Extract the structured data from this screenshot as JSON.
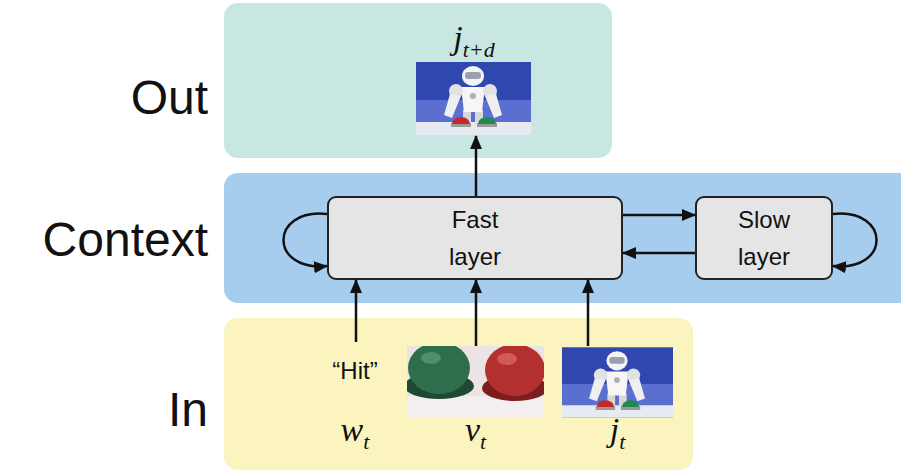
{
  "diagram": {
    "nodes": [
      {
        "text": [
          "Out"
        ]
      },
      {
        "text": [
          "Context"
        ]
      },
      {
        "text": [
          "In"
        ]
      },
      {
        "text": [
          "j",
          "t+d"
        ],
        "in": 0
      },
      {
        "text": [
          "Fast layer"
        ],
        "in": 1
      },
      {
        "text": [
          "Slow layer"
        ],
        "in": 1
      },
      {
        "text": [
          "“Hit”",
          "w",
          "t"
        ],
        "in": 2
      },
      {
        "text": [
          "v",
          "t"
        ],
        "in": 2
      },
      {
        "text": [
          "j",
          "t"
        ],
        "in": 2
      }
    ],
    "edges": [
      {
        "from": 6,
        "to": 4,
        "arrow": "to"
      },
      {
        "from": 7,
        "to": 4,
        "arrow": "to"
      },
      {
        "from": 8,
        "to": 4,
        "arrow": "to"
      },
      {
        "from": 4,
        "to": 3,
        "arrow": "to"
      },
      {
        "from": 4,
        "to": 5,
        "arrow": "to"
      },
      {
        "from": 5,
        "to": 4,
        "arrow": "to"
      },
      {
        "from": 4,
        "to": 4,
        "arrow": "to"
      },
      {
        "from": 5,
        "to": 5,
        "arrow": "to"
      }
    ]
  }
}
